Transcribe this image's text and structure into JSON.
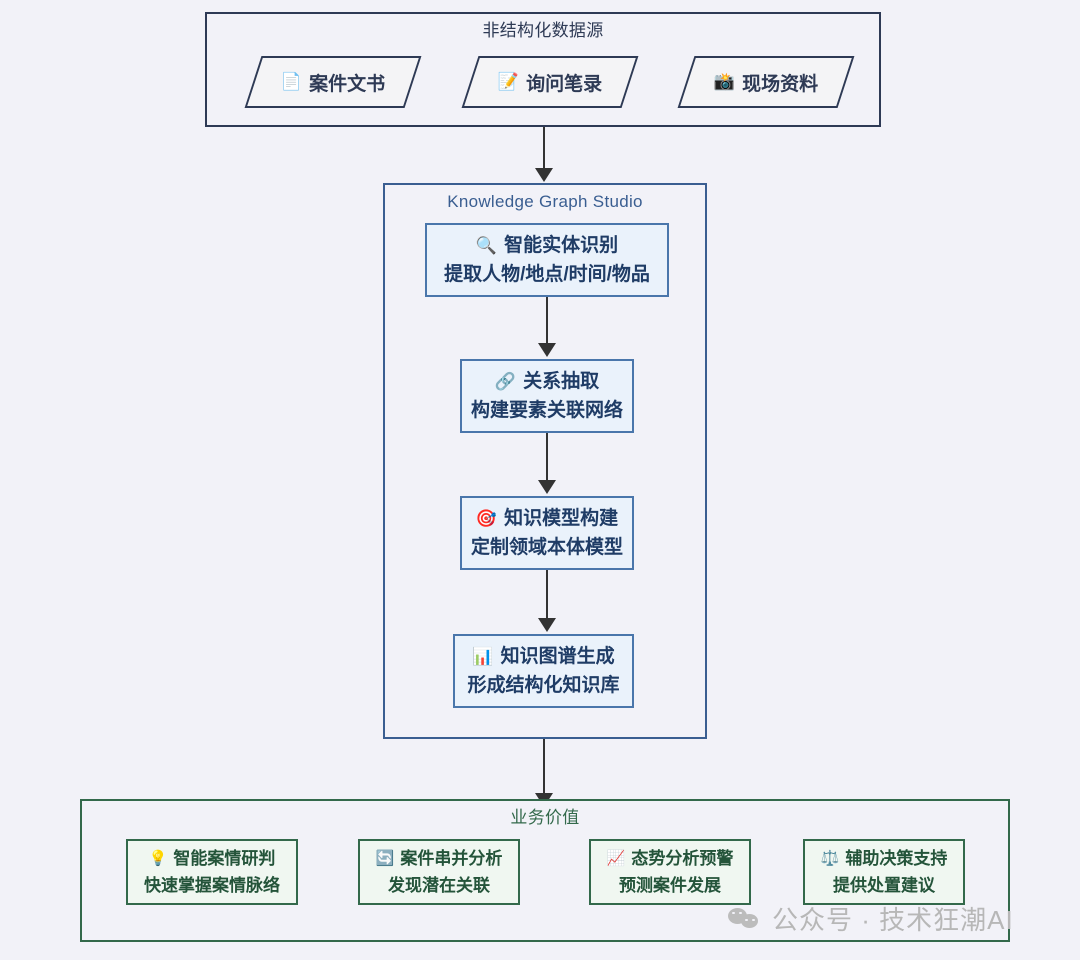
{
  "page": {
    "background_color": "#f2f2f8",
    "type": "flowchart"
  },
  "sections": {
    "sources": {
      "title": "非结构化数据源",
      "border_color": "#2e3a55",
      "nodes": [
        {
          "icon": "document-icon",
          "glyph": "📄",
          "label": "案件文书"
        },
        {
          "icon": "memo-icon",
          "glyph": "📝",
          "label": "询问笔录"
        },
        {
          "icon": "camera-icon",
          "glyph": "📸",
          "label": "现场资料"
        }
      ]
    },
    "studio": {
      "title": "Knowledge Graph Studio",
      "border_color": "#3a5e91",
      "steps": [
        {
          "icon": "magnifier-icon",
          "glyph": "🔍",
          "line1": "智能实体识别",
          "line2": "提取人物/地点/时间/物品"
        },
        {
          "icon": "link-icon",
          "glyph": "🔗",
          "line1": "关系抽取",
          "line2": "构建要素关联网络"
        },
        {
          "icon": "target-icon",
          "glyph": "🎯",
          "line1": "知识模型构建",
          "line2": "定制领域本体模型"
        },
        {
          "icon": "barchart-icon",
          "glyph": "📊",
          "line1": "知识图谱生成",
          "line2": "形成结构化知识库"
        }
      ]
    },
    "value": {
      "title": "业务价值",
      "border_color": "#33694b",
      "items": [
        {
          "icon": "lightbulb-icon",
          "glyph": "💡",
          "line1": "智能案情研判",
          "line2": "快速掌握案情脉络"
        },
        {
          "icon": "refresh-icon",
          "glyph": "🔄",
          "line1": "案件串并分析",
          "line2": "发现潜在关联"
        },
        {
          "icon": "trendline-icon",
          "glyph": "📈",
          "line1": "态势分析预警",
          "line2": "预测案件发展"
        },
        {
          "icon": "scales-icon",
          "glyph": "⚖️",
          "line1": "辅助决策支持",
          "line2": "提供处置建议"
        }
      ]
    }
  },
  "watermark": {
    "icon": "wechat-icon",
    "text": "公众号 · 技术狂潮AI",
    "color": "#b7b7b7"
  }
}
